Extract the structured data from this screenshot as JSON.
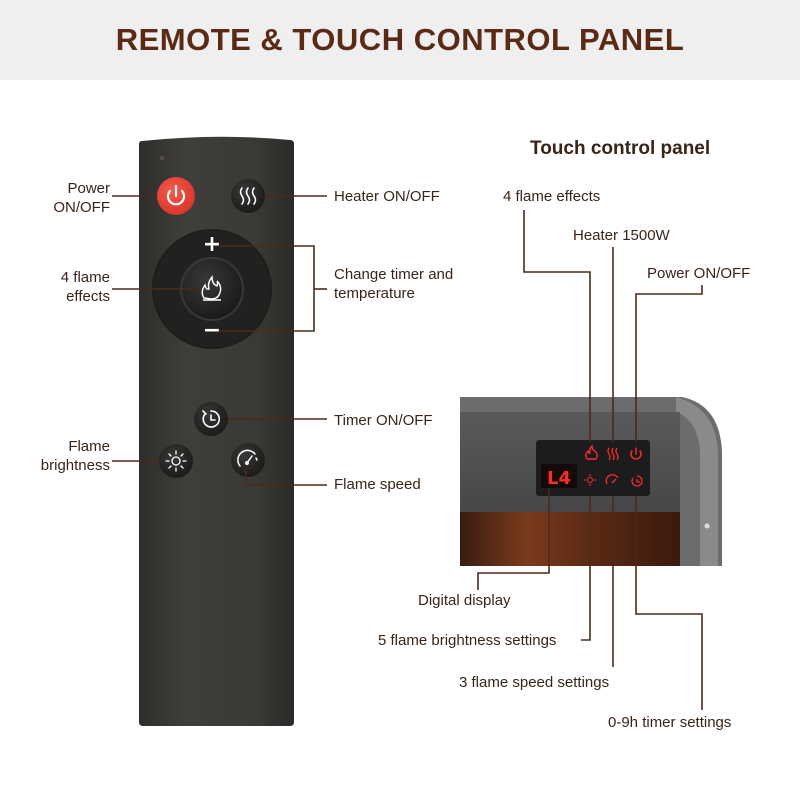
{
  "header": {
    "title": "REMOTE & TOUCH CONTROL PANEL"
  },
  "remote": {
    "labels": {
      "power": "Power\nON/OFF",
      "heater": "Heater ON/OFF",
      "flame_effects": "4 flame\neffects",
      "change": "Change timer and\ntemperature",
      "timer": "Timer ON/OFF",
      "brightness": "Flame\nbrightness",
      "speed": "Flame speed"
    },
    "plus_symbol": "+",
    "minus_symbol": "−"
  },
  "panel": {
    "title": "Touch control panel",
    "display_value": "L4",
    "labels": {
      "flame_effects": "4 flame effects",
      "heater": "Heater 1500W",
      "power": "Power ON/OFF",
      "display": "Digital display",
      "brightness": "5 flame brightness settings",
      "speed": "3 flame speed settings",
      "timer": "0-9h timer settings"
    }
  },
  "colors": {
    "header_bg": "#efefef",
    "title": "#5a2a14",
    "remote_body": "#3d3b38",
    "power_button": "#e8463a",
    "line": "#4a2a1a",
    "led_red": "#ff2a2a"
  },
  "icons": {
    "power": "power-icon",
    "heater": "heat-waves-icon",
    "flame": "flame-icon",
    "timer": "timer-icon",
    "brightness": "sun-icon",
    "speed": "speedometer-icon"
  }
}
